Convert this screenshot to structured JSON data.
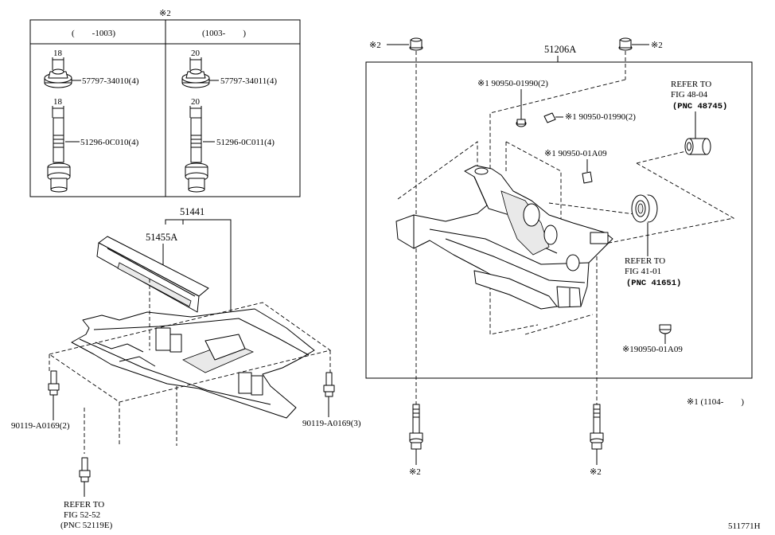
{
  "notes": {
    "mark2": "※2",
    "mark1": "※1"
  },
  "inset_table": {
    "mark": "※2",
    "col1_header": "(　　-1003)",
    "col2_header": "(1003-　　)",
    "col1_nut_size": "18",
    "col1_nut_part": "57797-34010(4)",
    "col1_bolt_size": "18",
    "col1_bolt_part": "51296-0C010(4)",
    "col2_nut_size": "20",
    "col2_nut_part": "57797-34011(4)",
    "col2_bolt_size": "20",
    "col2_bolt_part": "51296-0C011(4)"
  },
  "left_assembly": {
    "part_51441": "51441",
    "part_51455a": "51455A",
    "bolt_left": "90119-A0169(2)",
    "bolt_right": "90119-A0169(3)",
    "ref_line1": "REFER TO",
    "ref_line2": "FIG 52-52",
    "ref_line3": "(PNC 52119E)"
  },
  "right_assembly": {
    "part_51206a": "51206A",
    "top_left_mark": "※2",
    "top_right_mark": "※2",
    "bottom_left_mark": "※2",
    "bottom_right_mark": "※2",
    "clip1": "※1  90950-01990(2)",
    "clip2": "※1  90950-01990(2)",
    "plug1": "※1 90950-01A09",
    "plug2": "※190950-01A09",
    "ref_top_line1": "REFER TO",
    "ref_top_line2": "FIG 48-04",
    "ref_top_line3": "(PNC 48745)",
    "ref_mid_line1": "REFER TO",
    "ref_mid_line2": "FIG 41-01",
    "ref_mid_line3": "(PNC 41651)",
    "footnote": "※1 (1104-　　)"
  },
  "figure_id": "511771H"
}
